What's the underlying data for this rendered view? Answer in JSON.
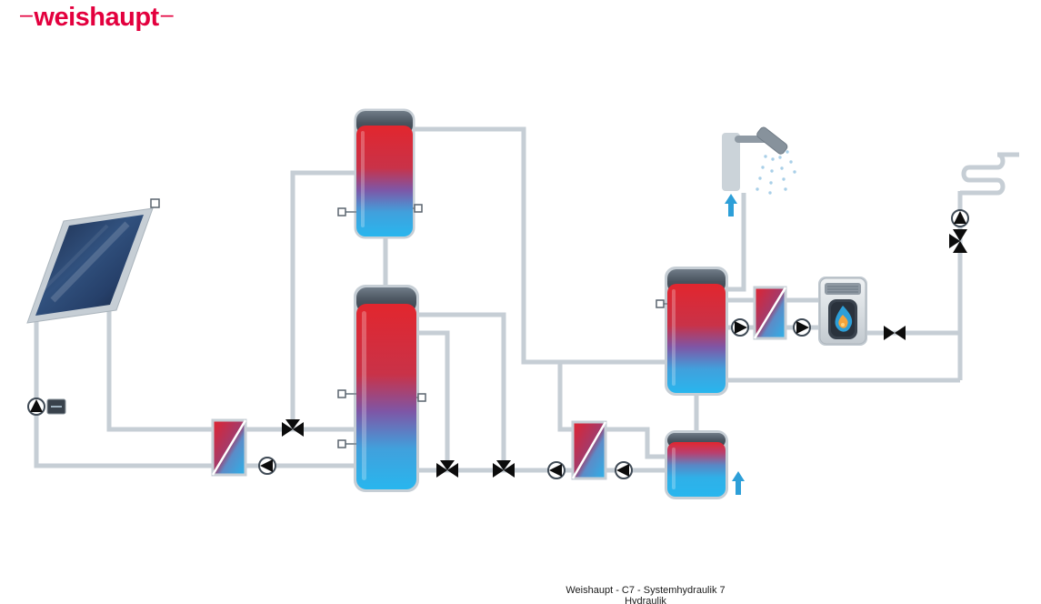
{
  "logo": {
    "prefix_dash": "–",
    "text": "weishaupt",
    "suffix_dash": "–",
    "color": "#e3003e"
  },
  "caption": {
    "line1": "Weishaupt - C7 - Systemhydraulik 7",
    "line2": "Hydraulik"
  },
  "colors": {
    "pipe": "#c6ced5",
    "tank_frame": "#c6ced5",
    "tank_cap": "#49535f",
    "tank_hot_red": "#e2262e",
    "tank_cold_blue": "#28b6ee",
    "collector_navy": "#24365c",
    "valve_black": "#0c0c0c",
    "pump_outline": "#3f4a55",
    "arrow_blue": "#2d9fd8",
    "flame_blue": "#2d9fd8",
    "flame_orange": "#f5a33c",
    "boiler_body": "#d9dee2",
    "logo_red": "#e3003e",
    "caption_text": "#1a1a1a"
  },
  "components": [
    {
      "name": "solar-collector",
      "type": "collector"
    },
    {
      "name": "collector-sensor",
      "type": "sensor"
    },
    {
      "name": "storage-tank-top",
      "type": "tank"
    },
    {
      "name": "buffer-tank-large",
      "type": "tank"
    },
    {
      "name": "dhw-tank-right",
      "type": "tank"
    },
    {
      "name": "preheat-tank-small",
      "type": "tank"
    },
    {
      "name": "heat-exchanger-solar",
      "type": "heat-exchanger"
    },
    {
      "name": "heat-exchanger-mid",
      "type": "heat-exchanger"
    },
    {
      "name": "heat-exchanger-right",
      "type": "heat-exchanger"
    },
    {
      "name": "boiler",
      "type": "burner"
    },
    {
      "name": "shower",
      "type": "tap-point"
    },
    {
      "name": "underfloor-heating-coil",
      "type": "heating-circuit"
    },
    {
      "name": "pump",
      "count": 7
    },
    {
      "name": "three-way-valve",
      "count": 4
    },
    {
      "name": "shutoff-valve",
      "count": 1
    },
    {
      "name": "cold-water-arrow",
      "count": 2
    }
  ]
}
